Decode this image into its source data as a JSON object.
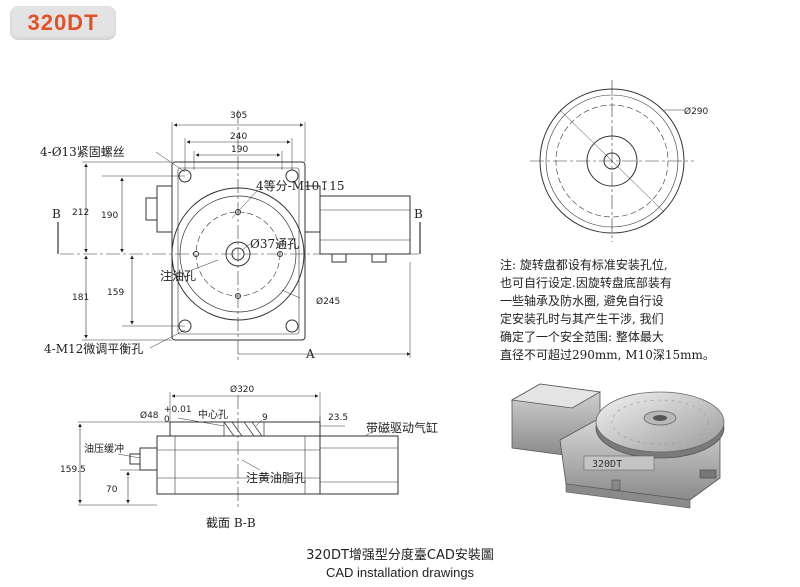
{
  "model_badge": "320DT",
  "top_view": {
    "dim_305": "305",
    "dim_240": "240",
    "dim_190_top": "190",
    "dim_212": "212",
    "dim_190_left": "190",
    "dim_181": "181",
    "dim_159": "159",
    "dia_245": "Ø245",
    "label_bolt": "4-Ø13紧固螺丝",
    "label_tap": "4等分-M10↧15",
    "label_bore": "Ø37通孔",
    "label_oil": "注油孔",
    "label_level": "4-M12微调平衡孔",
    "section_b_left": "B",
    "section_b_right": "B",
    "label_a": "A"
  },
  "round_view": {
    "dia_290": "Ø290"
  },
  "section_view": {
    "dia_320": "Ø320",
    "dia_48": "Ø48",
    "tol": "+0.01",
    "tol_zero": "0",
    "center_hole": "中心孔",
    "dim_9": "9",
    "dim_23_5": "23.5",
    "label_cylinder": "带磁驱动气缸",
    "label_damper": "油压缓冲",
    "dim_159_5": "159.5",
    "dim_70": "70",
    "label_grease": "注黄油脂孔",
    "section_title": "截面  B-B"
  },
  "note": "注: 旋转盘都设有标准安装孔位,\n也可自行设定.因旋转盘底部装有\n一些轴承及防水圈, 避免自行设\n定安装孔时与其产生干涉, 我们\n确定了一个安全范围: 整体最大\n直径不可超过290mm, M10深15mm。",
  "render_label": "320DT",
  "caption_cn": "320DT增强型分度臺CAD安裝圖",
  "caption_en": "CAD installation drawings"
}
